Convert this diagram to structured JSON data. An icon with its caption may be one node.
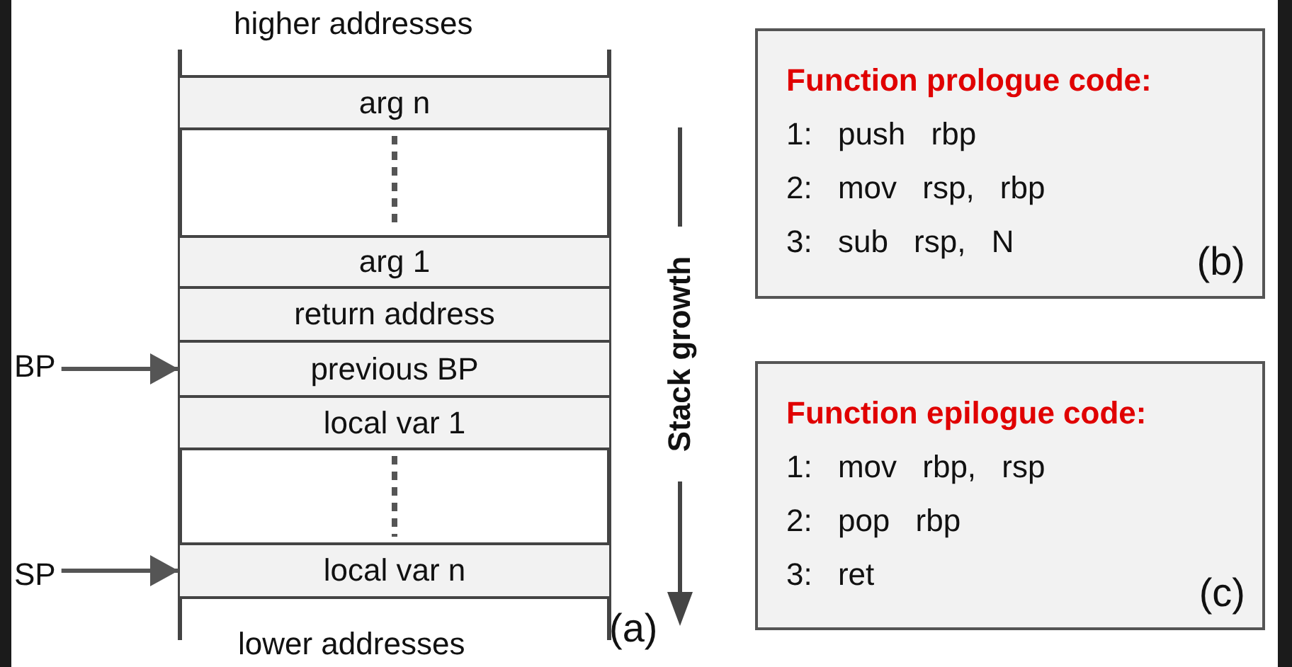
{
  "diagram": {
    "nodes": [
      {
        "text": [
          "arg n"
        ]
      },
      {
        "text": [
          "arg 1"
        ]
      },
      {
        "text": [
          "return address"
        ]
      },
      {
        "text": [
          "previous BP"
        ]
      },
      {
        "text": [
          "local var 1"
        ]
      },
      {
        "text": [
          "local var n"
        ]
      },
      {
        "text": [
          "BP"
        ]
      },
      {
        "text": [
          "SP"
        ]
      },
      {
        "text": [
          "Function prologue code:",
          "1: push rbp",
          "2: mov rsp, rbp",
          "3: sub rsp, N",
          "(b)"
        ]
      },
      {
        "text": [
          "Function epilogue code:",
          "1: mov rbp, rsp",
          "2: pop rbp",
          "3: ret",
          "(c)"
        ]
      }
    ],
    "edges": [
      {
        "from": 6,
        "to": 3,
        "arrow": "to"
      },
      {
        "from": 7,
        "to": 5,
        "arrow": "to"
      },
      {
        "from": 0,
        "to": 1,
        "arrow": "none",
        "style": "dashed"
      },
      {
        "from": 4,
        "to": 5,
        "arrow": "none",
        "style": "dashed"
      }
    ],
    "labels": [
      "higher addresses",
      "Stack growth",
      "lower addresses",
      "(a)"
    ]
  }
}
